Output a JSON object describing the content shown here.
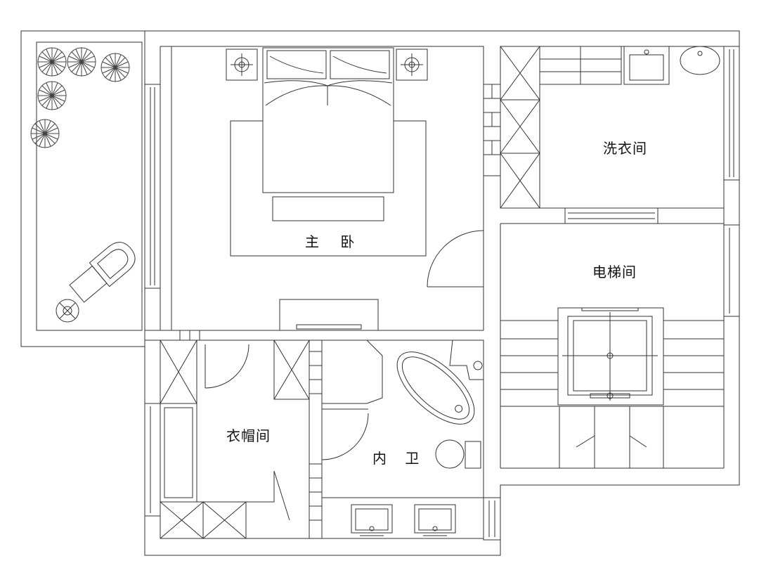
{
  "rooms": {
    "master_bedroom": "主 卧",
    "laundry_room": "洗衣间",
    "elevator_room": "电梯间",
    "walk_in_closet": "衣帽间",
    "ensuite_bathroom": "内 卫"
  },
  "icons": {
    "plants": "plant-icon",
    "lamps": "lamp-icon",
    "bed": "bed-icon",
    "bathtub": "bathtub-icon",
    "toilet": "toilet-icon",
    "sinks": "sink-icon",
    "elevator": "elevator-icon",
    "lounge_chair": "lounge-chair-icon"
  },
  "colors": {
    "line": "#333333",
    "background": "#ffffff"
  }
}
